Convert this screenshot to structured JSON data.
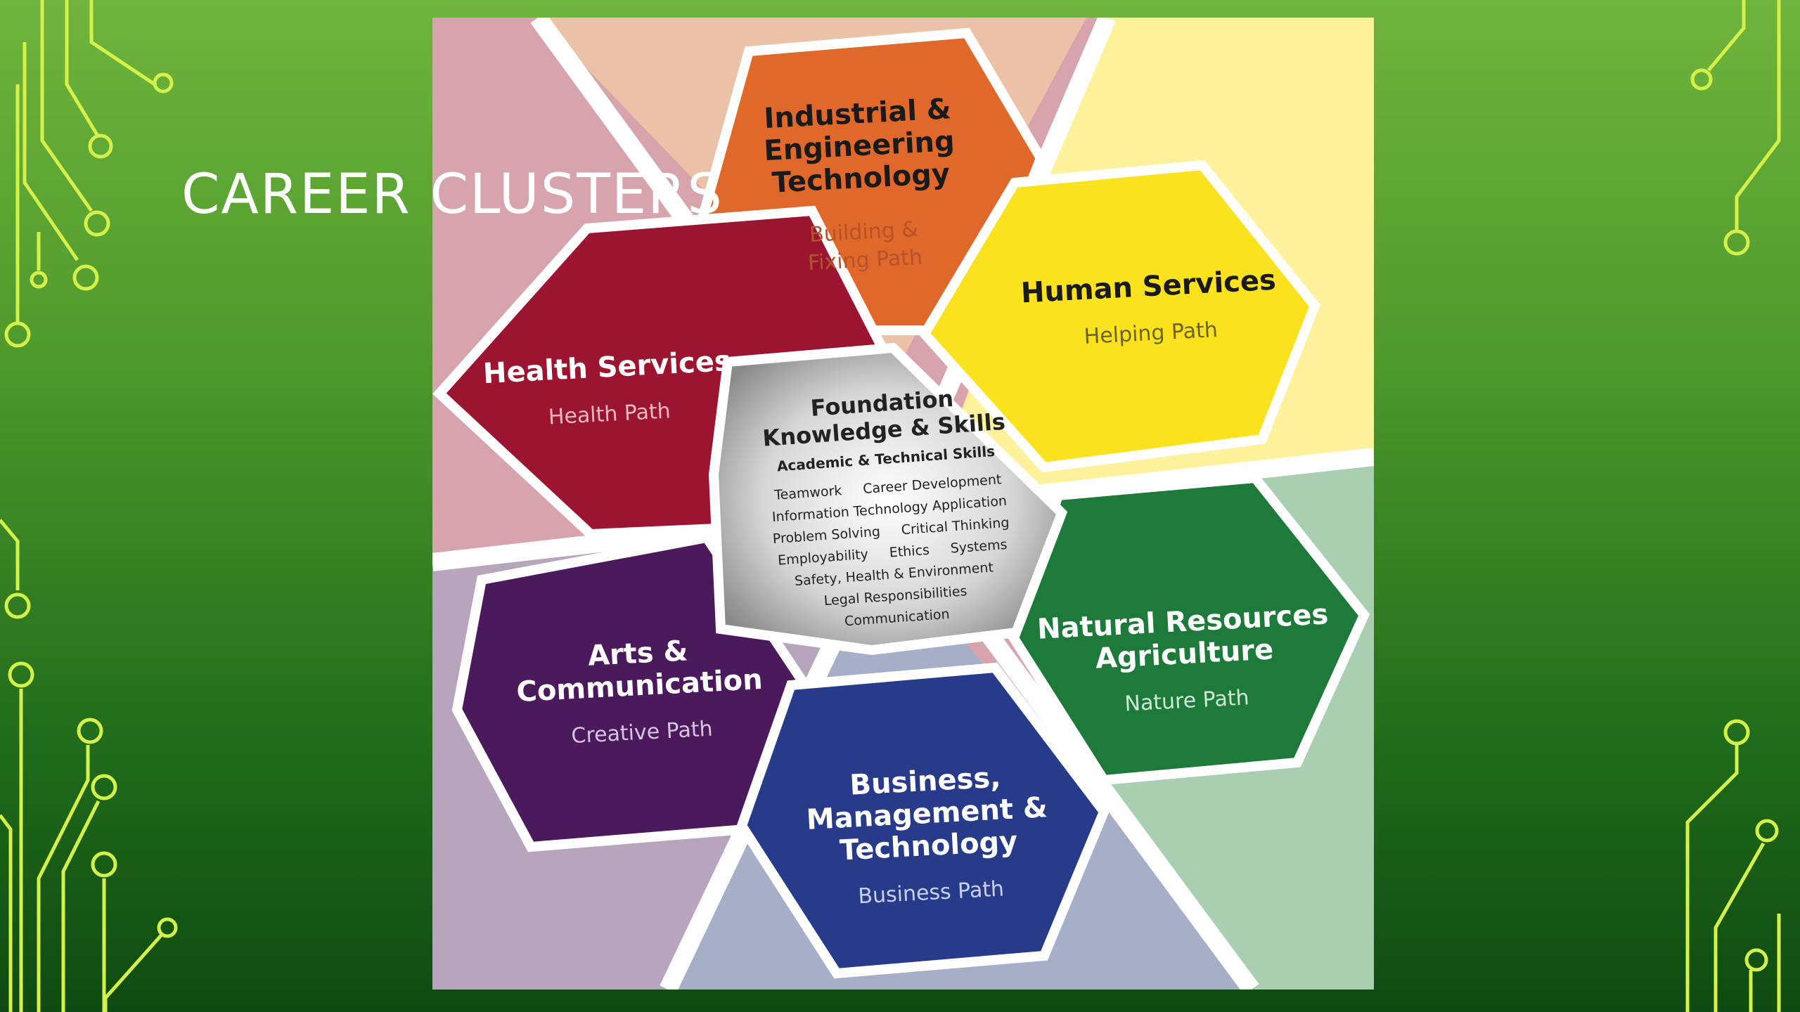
{
  "slide_title": "CAREER CLUSTERS",
  "colors": {
    "bg_light": "#6fb43d",
    "bg_dark": "#0f4a12",
    "circuit": "#d4f04a",
    "industrial": "#e0682a",
    "health": "#9b1530",
    "human": "#fbe21e",
    "arts": "#4a1a5c",
    "natural": "#1d7a3a",
    "business": "#283a8a",
    "foundation": "#bdbdbd"
  },
  "clusters": {
    "industrial": {
      "title": [
        "Industrial &",
        "Engineering",
        "Technology"
      ],
      "path": [
        "Building &",
        "Fixing Path"
      ]
    },
    "health": {
      "title": [
        "Health Services"
      ],
      "path": [
        "Health Path"
      ]
    },
    "human": {
      "title": [
        "Human Services"
      ],
      "path": [
        "Helping Path"
      ]
    },
    "arts": {
      "title": [
        "Arts &",
        "Communication"
      ],
      "path": [
        "Creative Path"
      ]
    },
    "natural": {
      "title": [
        "Natural Resources",
        "Agriculture"
      ],
      "path": [
        "Nature Path"
      ]
    },
    "business": {
      "title": [
        "Business,",
        "Management &",
        "Technology"
      ],
      "path": [
        "Business Path"
      ]
    }
  },
  "foundation": {
    "title": [
      "Foundation",
      "Knowledge & Skills"
    ],
    "subtitle": "Academic & Technical Skills",
    "skills": {
      "teamwork": "Teamwork",
      "career_development": "Career Development",
      "it_application": "Information Technology Application",
      "problem_solving": "Problem Solving",
      "critical_thinking": "Critical Thinking",
      "employability": "Employability",
      "ethics": "Ethics",
      "systems": "Systems",
      "safety": "Safety, Health & Environment",
      "legal": "Legal Responsibilities",
      "communication": "Communication"
    }
  }
}
